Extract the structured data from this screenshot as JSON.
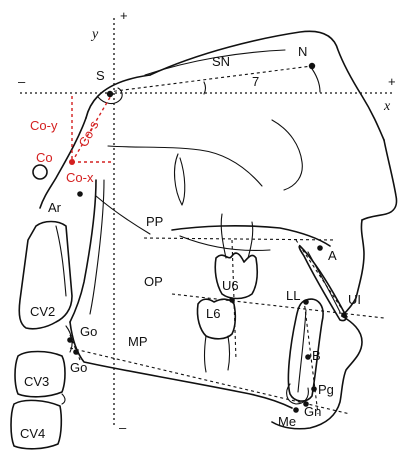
{
  "axes": {
    "x_label": "x",
    "y_label": "y",
    "plus": "+",
    "minus": "–"
  },
  "planes": {
    "sn": "SN",
    "pp": "PP",
    "op": "OP",
    "mp": "MP"
  },
  "angle_label": "7",
  "landmarks": {
    "s": "S",
    "n": "N",
    "a": "A",
    "b": "B",
    "pg": "Pg",
    "gn": "Gn",
    "me": "Me",
    "ar": "Ar",
    "go_upper": "Go",
    "go_lower": "Go",
    "ll": "LL",
    "ul": "UI",
    "u6": "U6",
    "l6": "L6"
  },
  "condylion": {
    "co": "Co",
    "co_y": "Co-y",
    "co_s": "Co-s",
    "co_x": "Co-x"
  },
  "vertebrae": {
    "cv2": "CV2",
    "cv3": "CV3",
    "cv4": "CV4"
  },
  "colors": {
    "ink": "#111111",
    "condylion_red": "#d42020",
    "background": "#ffffff"
  }
}
